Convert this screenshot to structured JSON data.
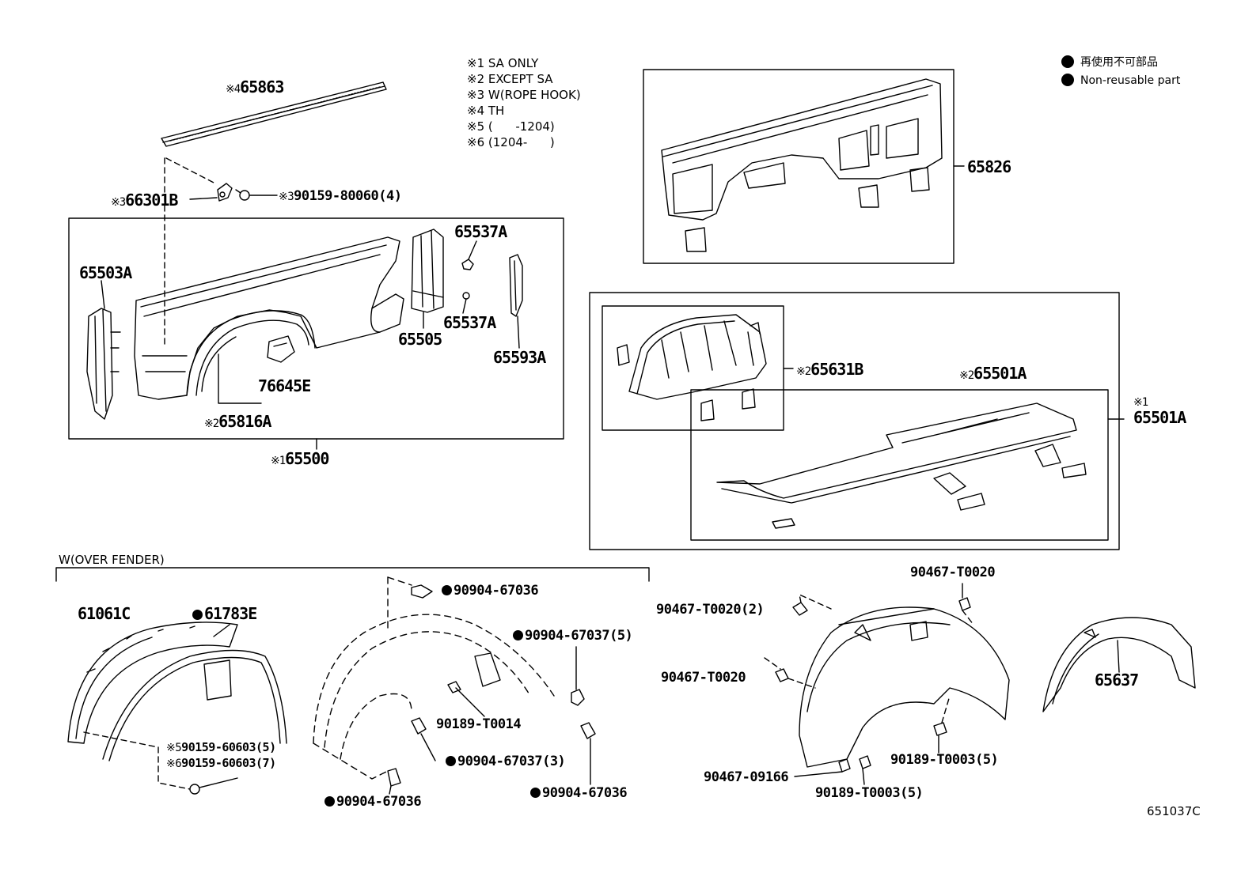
{
  "legend": {
    "jp": "再使用不可部品",
    "en": "Non-reusable part"
  },
  "notes": [
    "※1 SA ONLY",
    "※2 EXCEPT SA",
    "※3 W(ROPE HOOK)",
    "※4 TH",
    "※5 (      -1204)",
    "※6 (1204-      )"
  ],
  "section_label": "W(OVER FENDER)",
  "figure_id": "651037C",
  "parts": {
    "p65863": {
      "mark": "※4",
      "code": "65863"
    },
    "p66301B": {
      "mark": "※3",
      "code": "66301B"
    },
    "p90159_80060": {
      "mark": "※3",
      "code": "90159-80060(4)"
    },
    "p65503A": {
      "code": "65503A"
    },
    "p65537A_top": {
      "code": "65537A"
    },
    "p65537A_bot": {
      "code": "65537A"
    },
    "p65505": {
      "code": "65505"
    },
    "p65593A": {
      "code": "65593A"
    },
    "p76645E": {
      "code": "76645E"
    },
    "p65816A": {
      "mark": "※2",
      "code": "65816A"
    },
    "p65500": {
      "mark": "※1",
      "code": "65500"
    },
    "p65826": {
      "code": "65826"
    },
    "p65631B": {
      "mark": "※2",
      "code": "65631B"
    },
    "p65501A_ex": {
      "mark": "※2",
      "code": "65501A"
    },
    "p65501A_sa": {
      "mark": "※1",
      "code": "65501A"
    },
    "p61061C": {
      "code": "61061C"
    },
    "p61783E": {
      "code": "61783E"
    },
    "p90159_60603_5": {
      "mark": "※5",
      "code": "90159-60603(5)"
    },
    "p90159_60603_7": {
      "mark": "※6",
      "code": "90159-60603(7)"
    },
    "p90904_67036_a": {
      "code": "90904-67036"
    },
    "p90904_67037_5": {
      "code": "90904-67037(5)"
    },
    "p90189_T0014": {
      "code": "90189-T0014"
    },
    "p90904_67037_3": {
      "code": "90904-67037(3)"
    },
    "p90904_67036_b": {
      "code": "90904-67036"
    },
    "p90904_67036_c": {
      "code": "90904-67036"
    },
    "p90467_T0020_2": {
      "code": "90467-T0020(2)"
    },
    "p90467_T0020_a": {
      "code": "90467-T0020"
    },
    "p90467_T0020_b": {
      "code": "90467-T0020"
    },
    "p90189_T0003_a": {
      "code": "90189-T0003(5)"
    },
    "p90467_09166": {
      "code": "90467-09166"
    },
    "p90189_T0003_b": {
      "code": "90189-T0003(5)"
    },
    "p65637": {
      "code": "65637"
    }
  }
}
